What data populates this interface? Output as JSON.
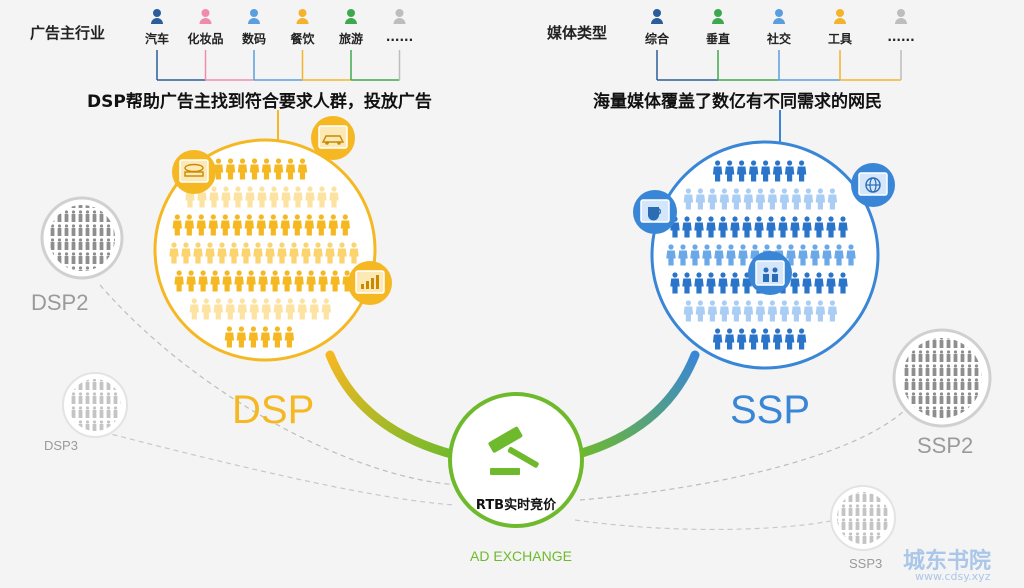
{
  "advertisers": {
    "header": "广告主行业",
    "categories": [
      {
        "label": "汽车",
        "color": "#2b5d9a"
      },
      {
        "label": "化妆品",
        "color": "#f08bb0"
      },
      {
        "label": "数码",
        "color": "#5a9ee0"
      },
      {
        "label": "餐饮",
        "color": "#f3b32c"
      },
      {
        "label": "旅游",
        "color": "#3ea84f"
      },
      {
        "label": "......",
        "color": "#bdbdbd"
      }
    ],
    "caption": "DSP帮助广告主找到符合要求人群，投放广告"
  },
  "media": {
    "header": "媒体类型",
    "categories": [
      {
        "label": "综合",
        "color": "#2b5d9a"
      },
      {
        "label": "垂直",
        "color": "#3ea84f"
      },
      {
        "label": "社交",
        "color": "#5a9ee0"
      },
      {
        "label": "工具",
        "color": "#f3b32c"
      },
      {
        "label": "......",
        "color": "#bdbdbd"
      }
    ],
    "caption": "海量媒体覆盖了数亿有不同需求的网民"
  },
  "dsp": {
    "label": "DSP",
    "color": "#f5b822"
  },
  "ssp": {
    "label": "SSP",
    "color": "#3a86d6"
  },
  "dsp2": {
    "label": "DSP2"
  },
  "dsp3": {
    "label": "DSP3"
  },
  "ssp2": {
    "label": "SSP2"
  },
  "ssp3": {
    "label": "SSP3"
  },
  "exchange": {
    "center_label": "RTB实时竞价",
    "label": "AD EXCHANGE",
    "color": "#6fba2c"
  },
  "watermark": {
    "title": "城东书院",
    "url": "www.cdsy.xyz"
  }
}
